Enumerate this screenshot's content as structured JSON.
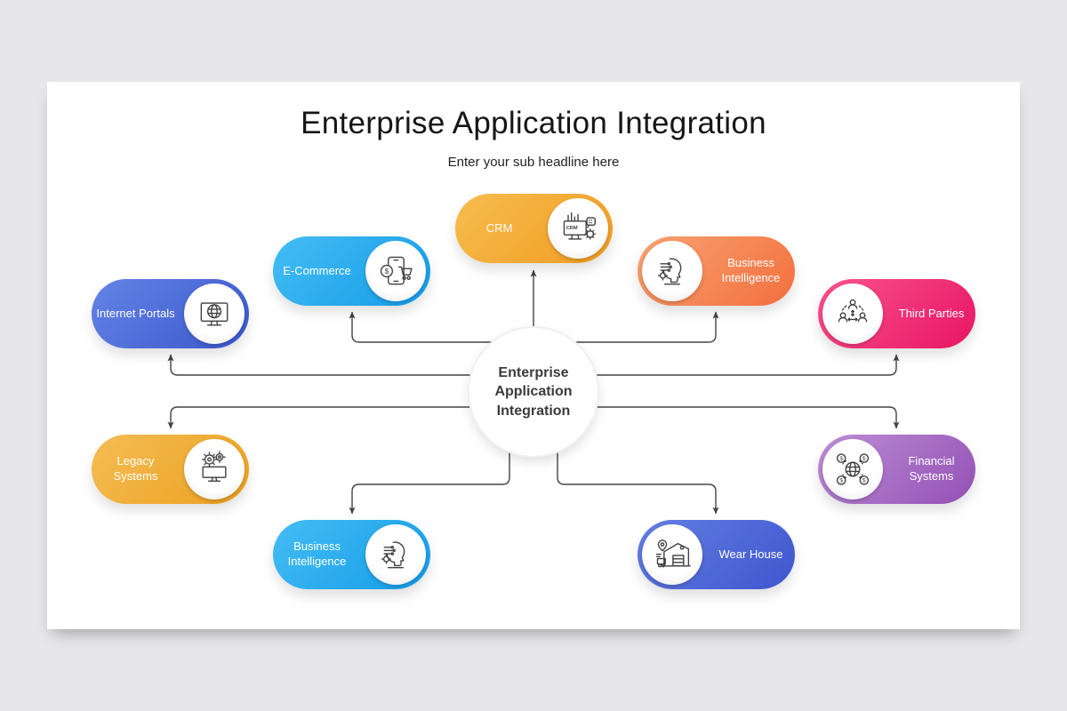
{
  "slide": {
    "title": "Enterprise Application Integration",
    "subtitle": "Enter your sub headline here"
  },
  "center": {
    "label": "Enterprise Application Integration"
  },
  "nodes": [
    {
      "id": "crm",
      "label": "CRM",
      "icon": "crm-dashboard-icon",
      "color_from": "#f7bd4e",
      "color_to": "#f09c22",
      "icon_side": "right"
    },
    {
      "id": "e-commerce",
      "label": "E-Commerce",
      "icon": "mobile-shopping-icon",
      "color_from": "#45bdf3",
      "color_to": "#149ce9",
      "icon_side": "right"
    },
    {
      "id": "internet-portals",
      "label": "Internet Portals",
      "icon": "globe-monitor-icon",
      "color_from": "#6484e6",
      "color_to": "#3a57cb",
      "icon_side": "right"
    },
    {
      "id": "business-intelligence-top",
      "label": "Business Intelligence",
      "icon": "ai-head-icon",
      "color_from": "#f9a273",
      "color_to": "#f26f3d",
      "icon_side": "left"
    },
    {
      "id": "third-parties",
      "label": "Third Parties",
      "icon": "people-network-icon",
      "color_from": "#f9538d",
      "color_to": "#e81563",
      "icon_side": "left"
    },
    {
      "id": "legacy-systems",
      "label": "Legacy Systems",
      "icon": "gears-monitor-icon",
      "color_from": "#f4bd55",
      "color_to": "#eca01e",
      "icon_side": "right"
    },
    {
      "id": "business-intelligence-bottom",
      "label": "Business Intelligence",
      "icon": "ai-head-icon",
      "color_from": "#45bdf3",
      "color_to": "#149ce9",
      "icon_side": "right"
    },
    {
      "id": "wear-house",
      "label": "Wear House",
      "icon": "warehouse-icon",
      "color_from": "#637fe2",
      "color_to": "#3f55ce",
      "icon_side": "left"
    },
    {
      "id": "financial-systems",
      "label": "Financial Systems",
      "icon": "globe-money-icon",
      "color_from": "#bd8fd6",
      "color_to": "#9350b5",
      "icon_side": "left"
    }
  ],
  "connectors": {
    "color": "#434343"
  }
}
